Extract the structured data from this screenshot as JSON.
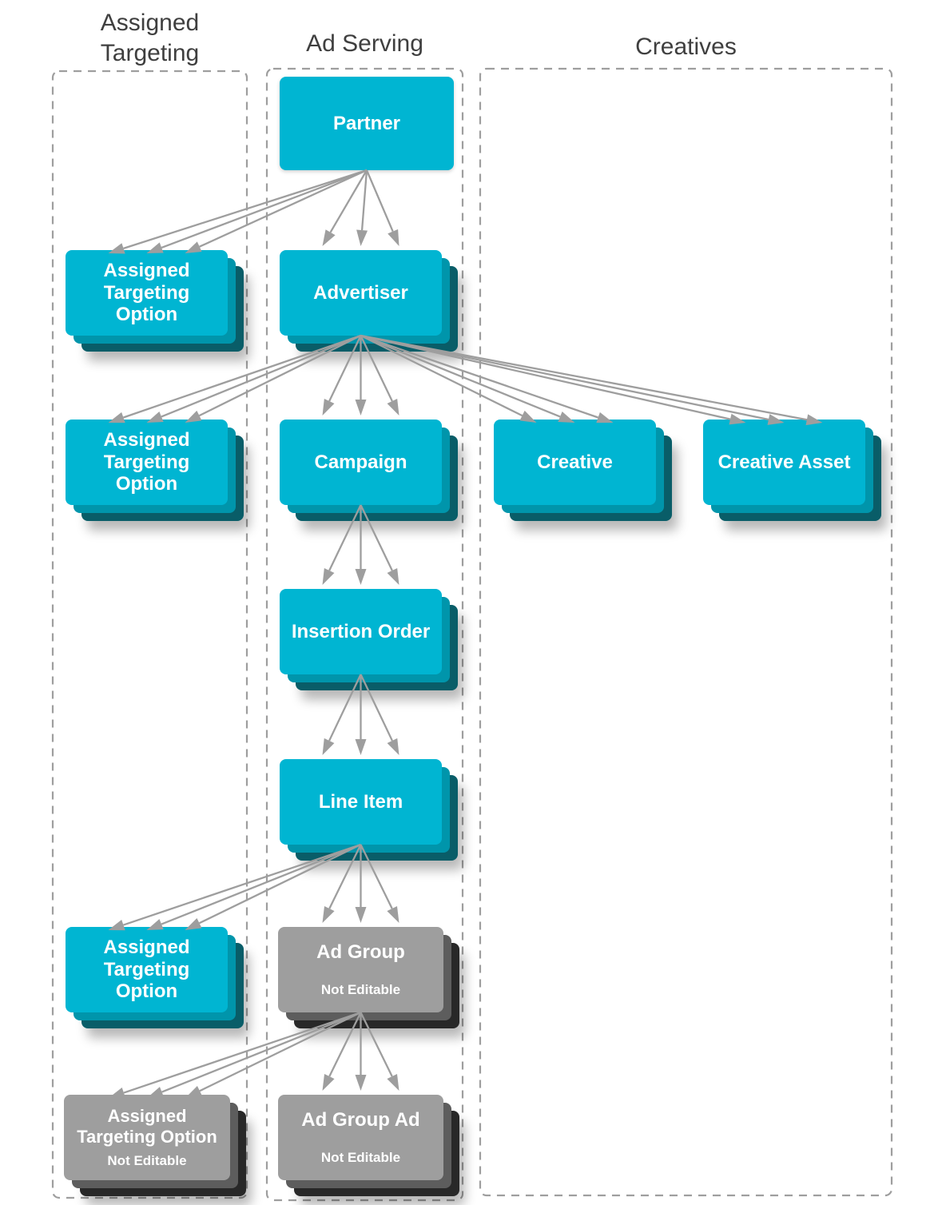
{
  "diagram": {
    "columns": [
      {
        "id": "assigned-targeting",
        "label": "Assigned Targeting"
      },
      {
        "id": "ad-serving",
        "label": "Ad Serving"
      },
      {
        "id": "creatives",
        "label": "Creatives"
      }
    ],
    "nodes": [
      {
        "id": "partner",
        "label": "Partner",
        "column": "ad-serving",
        "variant": "cyan",
        "stacked": false
      },
      {
        "id": "ato1",
        "label": "Assigned Targeting Option",
        "column": "assigned-targeting",
        "variant": "cyan",
        "stacked": true
      },
      {
        "id": "advertiser",
        "label": "Advertiser",
        "column": "ad-serving",
        "variant": "cyan",
        "stacked": true
      },
      {
        "id": "ato2",
        "label": "Assigned Targeting Option",
        "column": "assigned-targeting",
        "variant": "cyan",
        "stacked": true
      },
      {
        "id": "campaign",
        "label": "Campaign",
        "column": "ad-serving",
        "variant": "cyan",
        "stacked": true
      },
      {
        "id": "creative",
        "label": "Creative",
        "column": "creatives",
        "variant": "cyan",
        "stacked": true
      },
      {
        "id": "creative-asset",
        "label": "Creative Asset",
        "column": "creatives",
        "variant": "cyan",
        "stacked": true
      },
      {
        "id": "insertion-order",
        "label": "Insertion Order",
        "column": "ad-serving",
        "variant": "cyan",
        "stacked": true
      },
      {
        "id": "line-item",
        "label": "Line Item",
        "column": "ad-serving",
        "variant": "cyan",
        "stacked": true
      },
      {
        "id": "ato3",
        "label": "Assigned Targeting Option",
        "column": "assigned-targeting",
        "variant": "cyan",
        "stacked": true
      },
      {
        "id": "ad-group",
        "label": "Ad Group",
        "sublabel": "Not Editable",
        "column": "ad-serving",
        "variant": "gray",
        "stacked": true
      },
      {
        "id": "ato-ne",
        "label": "Assigned Targeting Option",
        "sublabel": "Not Editable",
        "column": "assigned-targeting",
        "variant": "gray",
        "stacked": true
      },
      {
        "id": "ad-group-ad",
        "label": "Ad Group Ad",
        "sublabel": "Not Editable",
        "column": "ad-serving",
        "variant": "gray",
        "stacked": true
      }
    ],
    "edges": [
      {
        "from": "partner",
        "to": "ato1"
      },
      {
        "from": "partner",
        "to": "advertiser"
      },
      {
        "from": "advertiser",
        "to": "ato2"
      },
      {
        "from": "advertiser",
        "to": "campaign"
      },
      {
        "from": "advertiser",
        "to": "creative"
      },
      {
        "from": "advertiser",
        "to": "creative-asset"
      },
      {
        "from": "campaign",
        "to": "insertion-order"
      },
      {
        "from": "insertion-order",
        "to": "line-item"
      },
      {
        "from": "line-item",
        "to": "ato3"
      },
      {
        "from": "line-item",
        "to": "ad-group"
      },
      {
        "from": "ad-group",
        "to": "ato-ne"
      },
      {
        "from": "ad-group",
        "to": "ad-group-ad"
      }
    ],
    "arrows_per_edge": 3,
    "colors": {
      "background": "#ffffff",
      "node_cyan": "#00b5d2",
      "node_cyan_layer2": "#0095ab",
      "node_cyan_layer3": "#095d68",
      "node_gray": "#9e9e9e",
      "node_gray_layer2": "#5d5d5d",
      "node_gray_layer3": "#282828",
      "node_text": "#ffffff",
      "arrow": "#9e9e9e",
      "dashed_border": "#9e9e9e",
      "heading_text": "#3f3f3f"
    }
  }
}
